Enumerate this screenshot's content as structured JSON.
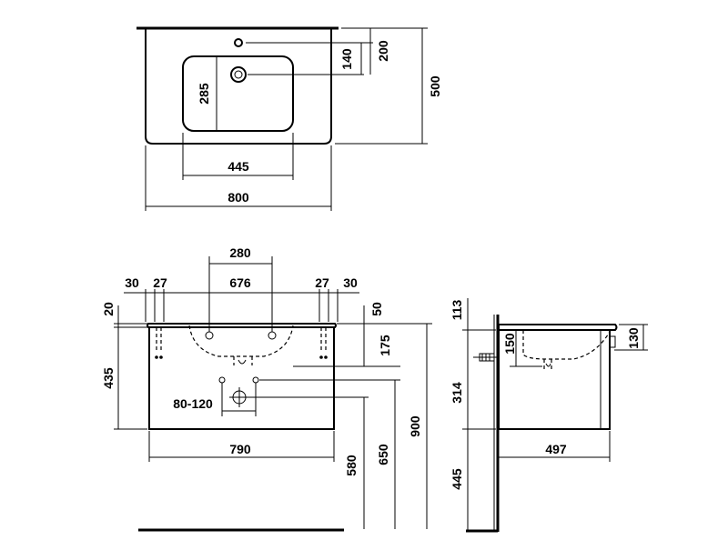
{
  "top_view": {
    "dims": {
      "overall_width": "800",
      "bowl_width": "445",
      "bowl_depth": "285",
      "drain_offset": "140",
      "tap_offset": "200",
      "overall_depth": "500"
    }
  },
  "front_view": {
    "dims": {
      "tap_spacing": "280",
      "inner_width": "676",
      "left_margin_outer": "30",
      "left_margin_inner": "27",
      "right_margin_inner": "27",
      "right_margin_outer": "30",
      "top_thickness": "20",
      "top_offset": "50",
      "cabinet_height": "435",
      "waste_height": "175",
      "supply_spread": "80-120",
      "cabinet_width": "790",
      "supply_height": "580",
      "waste_pipe_height": "650",
      "overall_height": "900"
    }
  },
  "side_view": {
    "dims": {
      "top_height": "113",
      "overflow_height": "150",
      "bowl_height": "130",
      "cabinet_height": "314",
      "cabinet_depth": "497",
      "floor_height": "445"
    }
  }
}
